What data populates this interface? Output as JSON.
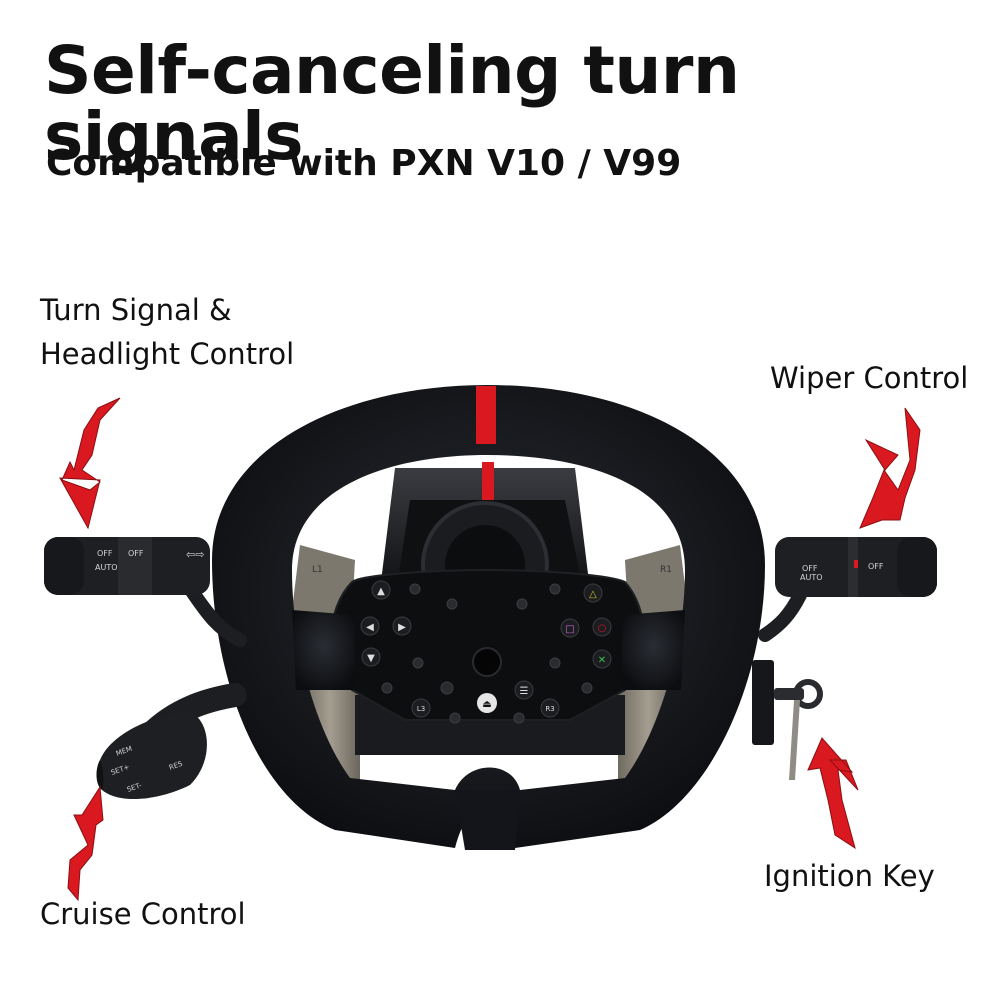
{
  "header": {
    "title": "Self-canceling turn signals",
    "subtitle": "Compatible with PXN V10 / V99"
  },
  "callouts": {
    "turn_signal_line1": "Turn Signal &",
    "turn_signal_line2": "Headlight Control",
    "wiper": "Wiper Control",
    "ignition": "Ignition Key",
    "cruise": "Cruise Control"
  },
  "wheel": {
    "button_glyphs": [
      "▲",
      "◀",
      "▶",
      "▼",
      "△",
      "○",
      "✕",
      "□",
      "L3",
      "R3",
      "☰",
      "⏏"
    ],
    "paddle_labels": [
      "L1",
      "R1"
    ]
  },
  "stalk_text": {
    "left_top": [
      "OFF",
      "AUTO",
      "OFF"
    ],
    "right_top": [
      "OFF",
      "AUTO",
      "OFF"
    ],
    "cruise": [
      "MEM",
      "SET+",
      "SET-",
      "RES"
    ]
  },
  "colors": {
    "accent_red": "#d9181f",
    "wheel_suede": "#121417",
    "stalk_plastic": "#1e1f22",
    "metal": "#8a8478"
  }
}
